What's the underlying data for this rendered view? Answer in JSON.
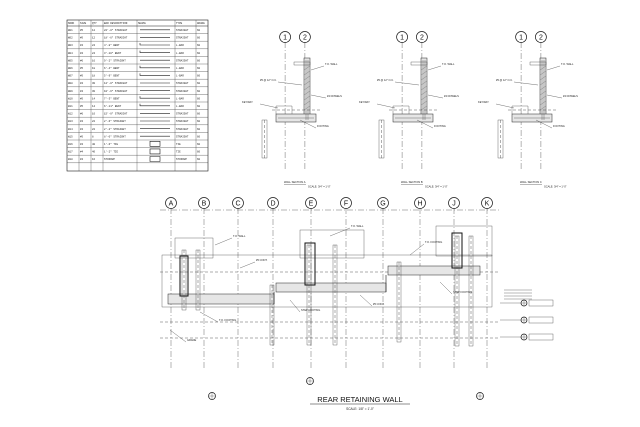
{
  "schedule": {
    "header": [
      "MARK",
      "SIZE",
      "QTY",
      "BAR DESCRIPTION",
      "SHAPE",
      "TYPE",
      "GRADE"
    ],
    "rows": [
      [
        "W01",
        "#5",
        "12",
        "22'-0\" STRAIGHT",
        "",
        "STRAIGHT",
        "60"
      ],
      [
        "W02",
        "#5",
        "12",
        "18'-6\" STRAIGHT",
        "",
        "STRAIGHT",
        "60"
      ],
      [
        "W03",
        "#4",
        "24",
        "4'-8\" BENT",
        "",
        "L-BAR",
        "60"
      ],
      [
        "W04",
        "#4",
        "24",
        "3'-10\" BENT",
        "",
        "L-BAR",
        "60"
      ],
      [
        "W05",
        "#6",
        "16",
        "9'-2\" STRAIGHT",
        "",
        "STRAIGHT",
        "60"
      ],
      [
        "W06",
        "#5",
        "18",
        "6'-4\" BENT",
        "",
        "L-BAR",
        "60"
      ],
      [
        "W07",
        "#5",
        "18",
        "5'-9\" BENT",
        "",
        "L-BAR",
        "60"
      ],
      [
        "W08",
        "#4",
        "30",
        "12'-0\" STRAIGHT",
        "",
        "STRAIGHT",
        "60"
      ],
      [
        "W09",
        "#4",
        "30",
        "10'-6\" STRAIGHT",
        "",
        "STRAIGHT",
        "60"
      ],
      [
        "W10",
        "#5",
        "14",
        "7'-3\" BENT",
        "",
        "L-BAR",
        "60"
      ],
      [
        "W11",
        "#5",
        "14",
        "6'-11\" BENT",
        "",
        "L-BAR",
        "60"
      ],
      [
        "W12",
        "#6",
        "10",
        "15'-0\" STRAIGHT",
        "",
        "STRAIGHT",
        "60"
      ],
      [
        "W13",
        "#4",
        "22",
        "2'-6\" STRAIGHT",
        "",
        "STRAIGHT",
        "60"
      ],
      [
        "W14",
        "#4",
        "22",
        "2'-2\" STRAIGHT",
        "",
        "STRAIGHT",
        "60"
      ],
      [
        "W15",
        "#5",
        "8",
        "8'-0\" STRAIGHT",
        "",
        "STRAIGHT",
        "60"
      ],
      [
        "W16",
        "#4",
        "40",
        "1'-6\" TIE",
        "",
        "TIE",
        "60"
      ],
      [
        "W17",
        "#4",
        "40",
        "1'-2\" TIE",
        "",
        "TIE",
        "60"
      ],
      [
        "W18",
        "#4",
        "16",
        "STIRRUP",
        "",
        "STIRRUP",
        "60"
      ]
    ]
  },
  "sections": [
    {
      "grids": [
        "1",
        "2"
      ],
      "title": "WALL SECTION A",
      "scale": "SCALE: 3/4\" = 1'-0\""
    },
    {
      "grids": [
        "1",
        "2"
      ],
      "title": "WALL SECTION B",
      "scale": "SCALE: 3/4\" = 1'-0\""
    },
    {
      "grids": [
        "1",
        "2"
      ],
      "title": "WALL SECTION C",
      "scale": "SCALE: 3/4\" = 1'-0\""
    }
  ],
  "section_notes": {
    "footing": "FOOTING",
    "top_of_wall": "T.O. WALL",
    "rebar_note": "#5 @ 12\" O.C.",
    "dowel_note": "#4 DOWELS",
    "key": "KEYWAY"
  },
  "elevation": {
    "grid_labels": [
      "A",
      "B",
      "C",
      "D",
      "E",
      "F",
      "G",
      "H",
      "J",
      "K"
    ],
    "title": "REAR RETAINING WALL",
    "scale": "SCALE: 1/8\" = 1'-0\"",
    "callouts": [
      "T.O. FOOTING",
      "T.O. WALL",
      "#5 CONT.",
      "STEP FOOTING",
      "GRADE"
    ]
  },
  "colors": {
    "line": "#1a1a1a",
    "paper": "#ffffff",
    "concrete": "#e6e6e6"
  }
}
